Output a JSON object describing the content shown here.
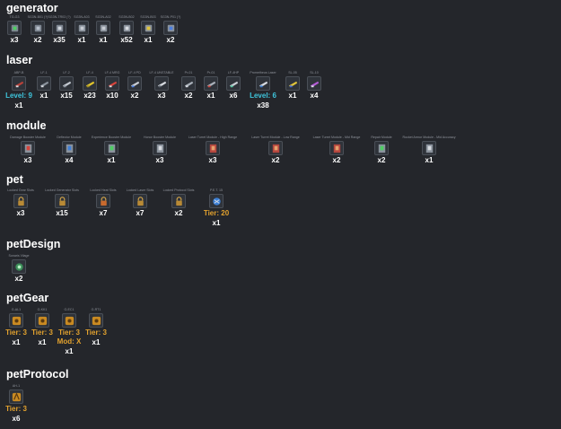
{
  "sections": [
    {
      "title": "generator",
      "items": [
        {
          "name": "TG-G3",
          "count": "x3",
          "icon": "generator-icon"
        },
        {
          "name": "SG3N-B01 (?)",
          "count": "x2",
          "icon": "generator-icon"
        },
        {
          "name": "SG3N-TR03 (?)",
          "count": "x35",
          "icon": "generator-icon"
        },
        {
          "name": "SG3N-A03",
          "count": "x1",
          "icon": "generator-icon"
        },
        {
          "name": "SG3N-A02",
          "count": "x1",
          "icon": "generator-icon"
        },
        {
          "name": "SG3N-B02",
          "count": "x52",
          "icon": "generator-icon"
        },
        {
          "name": "SG3N-B03",
          "count": "x1",
          "icon": "generator-icon"
        },
        {
          "name": "SG3N-P01 (?)",
          "count": "x2",
          "icon": "generator-icon"
        }
      ]
    },
    {
      "title": "laser",
      "items": [
        {
          "name": "ABP-B",
          "level": "Level: 9",
          "count": "x1",
          "icon": "laser-icon"
        },
        {
          "name": "LF-1",
          "count": "x1",
          "icon": "laser-icon"
        },
        {
          "name": "LF-2",
          "count": "x15",
          "icon": "laser-icon"
        },
        {
          "name": "LF-4",
          "count": "x23",
          "icon": "laser-icon"
        },
        {
          "name": "LF-4 MRG",
          "count": "x10",
          "icon": "laser-icon"
        },
        {
          "name": "LF-4 PD",
          "count": "x2",
          "icon": "laser-icon"
        },
        {
          "name": "LF-4 UNSTABLE",
          "count": "x3",
          "icon": "laser-icon"
        },
        {
          "name": "Pr-01",
          "count": "x2",
          "icon": "laser-icon"
        },
        {
          "name": "Pr-01",
          "count": "x1",
          "icon": "laser-icon"
        },
        {
          "name": "LF-4HP",
          "count": "x6",
          "icon": "laser-icon"
        },
        {
          "name": "Prometheus Laser",
          "level": "Level: 6",
          "count": "x38",
          "icon": "laser-icon"
        },
        {
          "name": "SL-05",
          "count": "x1",
          "icon": "laser-icon"
        },
        {
          "name": "SL-10",
          "count": "x4",
          "icon": "laser-icon"
        }
      ]
    },
    {
      "title": "module",
      "items": [
        {
          "name": "Damage Booster Module",
          "count": "x3",
          "icon": "module-icon"
        },
        {
          "name": "Deflector Module",
          "count": "x4",
          "icon": "module-icon"
        },
        {
          "name": "Experience Booster Module",
          "count": "x1",
          "icon": "module-icon"
        },
        {
          "name": "Honor Booster Module",
          "count": "x3",
          "icon": "module-icon"
        },
        {
          "name": "Laser Turret Module - High Range",
          "count": "x3",
          "icon": "module-icon"
        },
        {
          "name": "Laser Turret Module - Low Range",
          "count": "x2",
          "icon": "module-icon"
        },
        {
          "name": "Laser Turret Module - Mid Range",
          "count": "x2",
          "icon": "module-icon"
        },
        {
          "name": "Repair Module",
          "count": "x2",
          "icon": "module-icon"
        },
        {
          "name": "Rocket Armor Module - Mid Accuracy",
          "count": "x1",
          "icon": "module-icon"
        }
      ]
    },
    {
      "title": "pet",
      "items": [
        {
          "name": "Locked Gear Slots",
          "count": "x3",
          "icon": "lock-icon"
        },
        {
          "name": "Locked Generator Slots",
          "count": "x15",
          "icon": "lock-icon"
        },
        {
          "name": "Locked Heat Slots",
          "count": "x7",
          "icon": "lock-icon"
        },
        {
          "name": "Locked Laser Slots",
          "count": "x7",
          "icon": "lock-icon"
        },
        {
          "name": "Locked Protocol Slots",
          "count": "x2",
          "icon": "lock-icon"
        },
        {
          "name": "P.E.T. 15",
          "tier": "Tier: 20",
          "count": "x1",
          "icon": "pet-icon"
        }
      ]
    },
    {
      "title": "petDesign",
      "items": [
        {
          "name": "Sonaris Vilage",
          "count": "x2",
          "icon": "pet-design-icon"
        }
      ]
    },
    {
      "title": "petGear",
      "items": [
        {
          "name": "G-AL1",
          "tier": "Tier: 3",
          "count": "x1",
          "icon": "pet-gear-icon"
        },
        {
          "name": "G-KK1",
          "tier": "Tier: 3",
          "count": "x1",
          "icon": "pet-gear-icon"
        },
        {
          "name": "G-EC1",
          "tier": "Tier: 3",
          "mod": "Mod: X",
          "count": "x1",
          "icon": "pet-gear-icon"
        },
        {
          "name": "G-RT1",
          "tier": "Tier: 3",
          "count": "x1",
          "icon": "pet-gear-icon"
        }
      ]
    },
    {
      "title": "petProtocol",
      "items": [
        {
          "name": "AH-1",
          "tier": "Tier: 3",
          "count": "x6",
          "icon": "pet-protocol-icon"
        }
      ]
    }
  ],
  "colors": {
    "background": "#24262b",
    "level": "#3fc6dd",
    "tier": "#e3a22e",
    "item_name": "#8f939b"
  }
}
